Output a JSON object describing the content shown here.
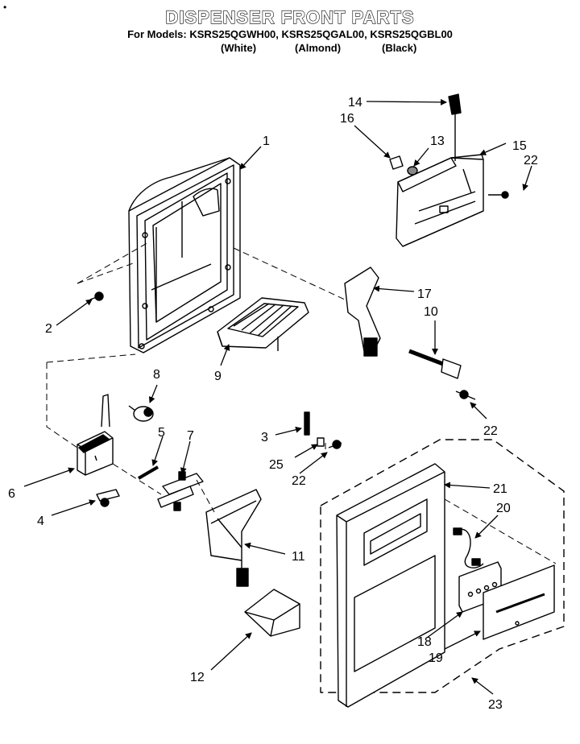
{
  "title": "DISPENSER FRONT PARTS",
  "models_line": "For Models: KSRS25QGWH00, KSRS25QGAL00, KSRS25QGBL00",
  "colors": [
    "(White)",
    "(Almond)",
    "(Black)"
  ],
  "corner_mark": "•",
  "callouts": [
    "1",
    "2",
    "3",
    "4",
    "5",
    "6",
    "7",
    "8",
    "9",
    "10",
    "11",
    "12",
    "13",
    "14",
    "15",
    "16",
    "17",
    "18",
    "19",
    "20",
    "21",
    "22",
    "22",
    "22",
    "23",
    "25"
  ]
}
